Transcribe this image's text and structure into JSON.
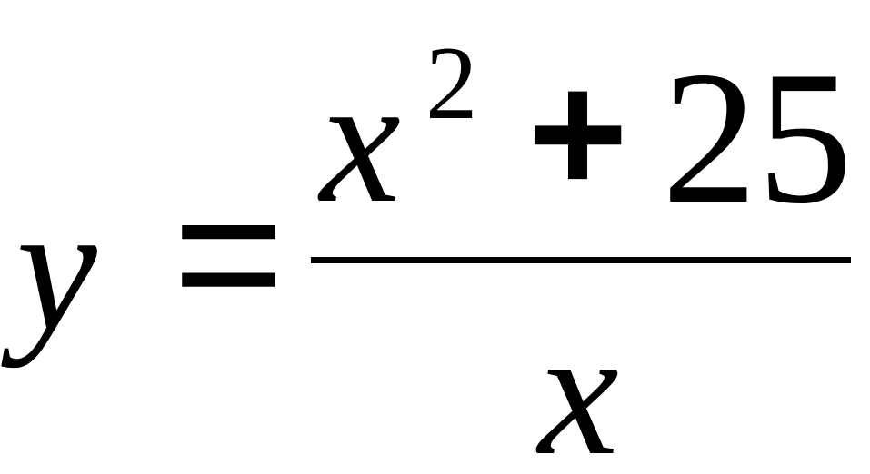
{
  "equation": {
    "lhs_variable": "y",
    "equals_sign": "=",
    "numerator": {
      "variable": "x",
      "exponent": "2",
      "operator": "+",
      "constant": "25"
    },
    "denominator": {
      "variable": "x"
    }
  },
  "colors": {
    "text": "#000000",
    "background": "#ffffff"
  }
}
